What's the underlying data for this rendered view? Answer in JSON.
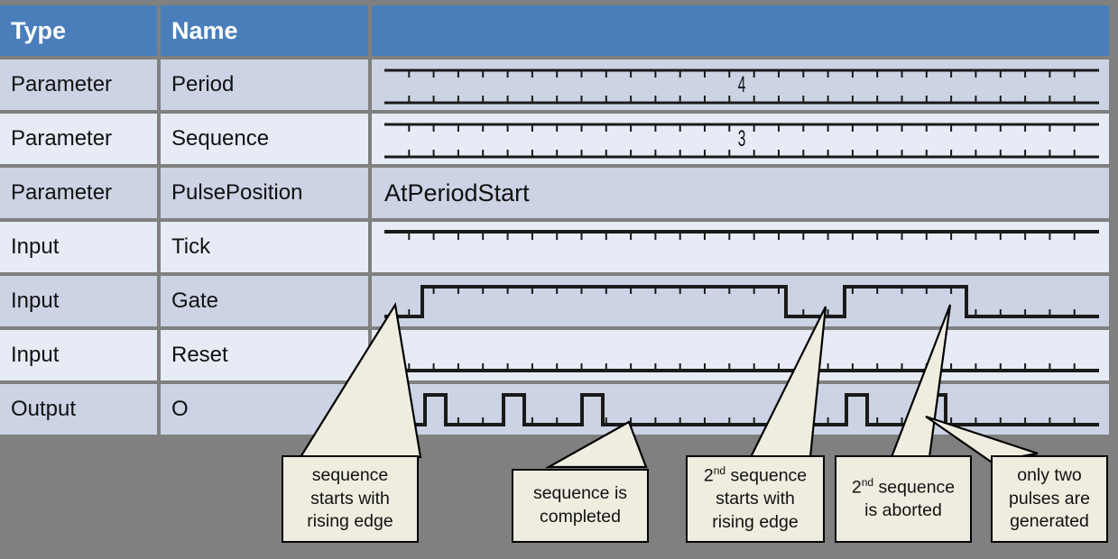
{
  "colors": {
    "header_blue": "#4A7EBB",
    "row_dark": "#CBD3E4",
    "row_light": "#E7EBF5",
    "page_background": "#808080",
    "callout_fill": "#EFEDE0",
    "signal_stroke": "#1A1A1A"
  },
  "table": {
    "headers": [
      "Type",
      "Name",
      ""
    ],
    "rows": [
      {
        "type": "Parameter",
        "name": "Period",
        "wave_kind": "bus",
        "value": "4"
      },
      {
        "type": "Parameter",
        "name": "Sequence",
        "wave_kind": "bus",
        "value": "3"
      },
      {
        "type": "Parameter",
        "name": "PulsePosition",
        "wave_kind": "text",
        "value": "AtPeriodStart"
      },
      {
        "type": "Input",
        "name": "Tick",
        "wave_kind": "clock",
        "value": ""
      },
      {
        "type": "Input",
        "name": "Gate",
        "wave_kind": "digital",
        "value": ""
      },
      {
        "type": "Input",
        "name": "Reset",
        "wave_kind": "digital",
        "value": ""
      },
      {
        "type": "Output",
        "name": "O",
        "wave_kind": "digital",
        "value": ""
      }
    ]
  },
  "chart_data": {
    "type": "line",
    "title": "Pulse generator timing diagram",
    "xlabel": "",
    "ylabel": "",
    "grid": false,
    "legend": "none",
    "x_range": [
      0,
      817
    ],
    "signals": [
      {
        "name": "Period",
        "kind": "bus",
        "value": "4",
        "description": "constant bus value 4"
      },
      {
        "name": "Sequence",
        "kind": "bus",
        "value": "3",
        "description": "constant bus value 3"
      },
      {
        "name": "PulsePosition",
        "kind": "enum",
        "value": "AtPeriodStart"
      },
      {
        "name": "Tick",
        "kind": "clock",
        "level": "high",
        "tick_count": 29,
        "description": "steady clock reference line with 29 tick marks"
      },
      {
        "name": "Gate",
        "kind": "digital",
        "initial": 0,
        "transitions": [
          {
            "x": 42,
            "edge": "rise"
          },
          {
            "x": 445,
            "edge": "fall"
          },
          {
            "x": 510,
            "edge": "rise"
          },
          {
            "x": 645,
            "edge": "fall"
          }
        ]
      },
      {
        "name": "Reset",
        "kind": "digital",
        "initial": 0,
        "transitions": [],
        "description": "stays low the entire time"
      },
      {
        "name": "O",
        "kind": "digital",
        "initial": 0,
        "pulses": [
          {
            "start": 45,
            "end": 68
          },
          {
            "start": 132,
            "end": 155
          },
          {
            "start": 219,
            "end": 242
          },
          {
            "start": 512,
            "end": 535
          },
          {
            "start": 599,
            "end": 622
          }
        ],
        "description": "3 pulses in the first sequence, only 2 pulses in the aborted second sequence"
      }
    ]
  },
  "callouts": [
    {
      "id": "callout-1",
      "lines": [
        "sequence",
        "starts with",
        "rising edge"
      ],
      "html": "sequence<br>starts with<br>rising edge"
    },
    {
      "id": "callout-2",
      "lines": [
        "sequence is",
        "completed"
      ],
      "html": "sequence is<br>completed"
    },
    {
      "id": "callout-3",
      "lines": [
        "2nd sequence",
        "starts with",
        "rising edge"
      ],
      "html": "2<sup>nd</sup> sequence<br>starts with<br>rising edge"
    },
    {
      "id": "callout-4",
      "lines": [
        "2nd sequence",
        "is aborted"
      ],
      "html": "2<sup>nd</sup> sequence<br>is aborted"
    },
    {
      "id": "callout-5",
      "lines": [
        "only two",
        "pulses are",
        "generated"
      ],
      "html": "only two<br>pulses are<br>generated"
    }
  ]
}
